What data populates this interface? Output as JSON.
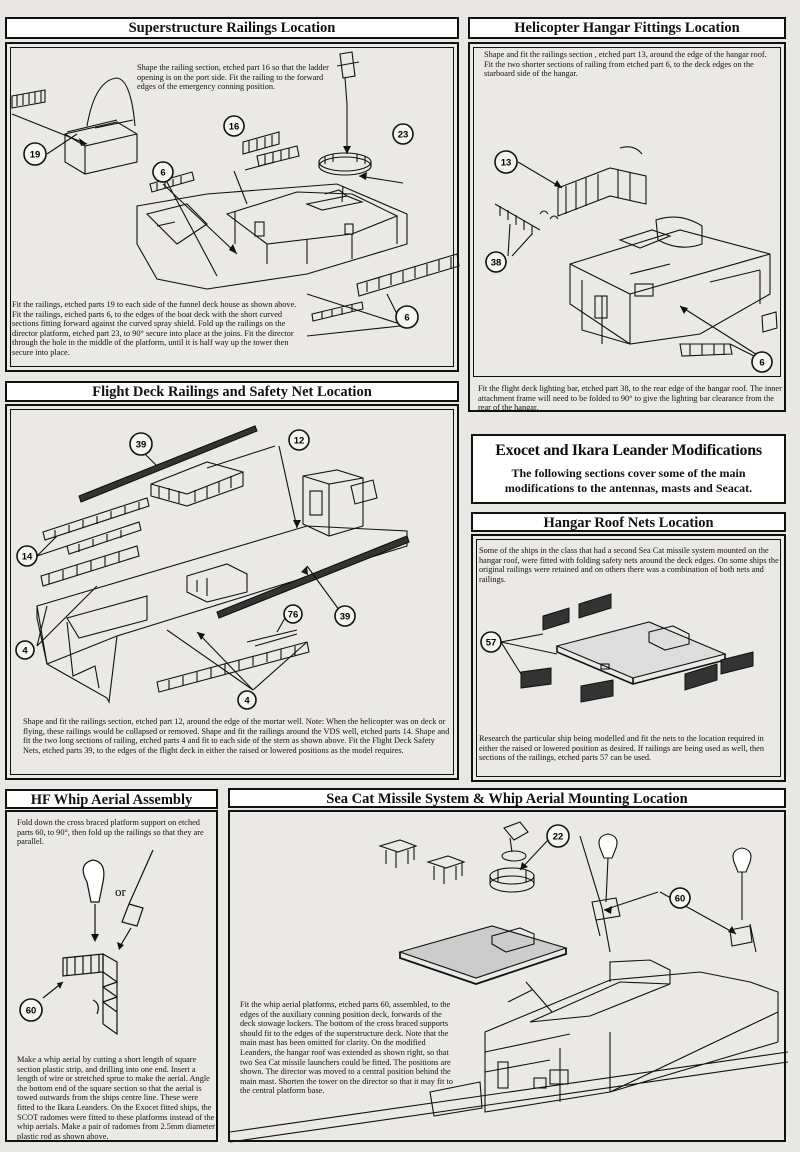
{
  "sections": {
    "superstructure": {
      "title": "Superstructure Railings Location",
      "note_top": "Shape the railing section, etched part 16 so that the ladder opening is on the port side. Fit the railing to the forward edges of the emergency conning position.",
      "note_bottom": "Fit the railings, etched parts 19 to each side of the funnel deck house as shown above. Fit the railings, etched parts 6, to the edges of the boat deck with the short curved sections fitting forward against the curved spray shield. Fold up the railings on the director platform, etched part 23, to 90° secure into place at the joins. Fit the director through the hole in the middle of the platform, until it is half way up the tower then secure into place.",
      "callouts": [
        "19",
        "6",
        "16",
        "23",
        "6"
      ]
    },
    "helicopter": {
      "title": "Helicopter Hangar Fittings Location",
      "note_top": "Shape and fit the railings section , etched part 13, around the edge of the hangar roof. Fit the two shorter sections of railing from etched part 6, to the deck edges on the starboard side of the hangar.",
      "note_bottom": "Fit the flight deck lighting bar, etched part 38, to the rear edge of the hangar roof. The inner attachment frame will need to be folded to 90° to give the lighting bar clearance from the rear of the hangar.",
      "callouts": [
        "13",
        "38",
        "6"
      ]
    },
    "flight_deck": {
      "title": "Flight Deck Railings and Safety Net Location",
      "note_bottom": "Shape and fit the railings section, etched part 12, around the edge of the mortar well. Note: When the helicopter was on deck or flying, these railings would be collapsed or removed. Shape and fit the railings around the VDS well, etched parts 14. Shape and fit the two long sections of railing, etched parts 4 and fit to each side of the stern as shown above. Fit the Flight Deck Safety Nets, etched parts 39, to the edges of the flight deck in either the raised or lowered positions as the model requires.",
      "callouts": [
        "39",
        "12",
        "14",
        "76",
        "39",
        "4",
        "4"
      ]
    },
    "exocet": {
      "title": "Exocet and Ikara Leander Modifications",
      "subtitle": "The following sections cover some of the main modifications to the antennas, masts and Seacat."
    },
    "hangar_nets": {
      "title": "Hangar Roof Nets Location",
      "note_top": "Some of the ships in the class that had a second Sea Cat missile system mounted on the hangar roof, were fitted with folding safety nets around the deck edges. On some ships the original railings were retained and on others there was a combination of both nets and railings.",
      "note_bottom": "Research the particular ship being modelled and fit the nets to the location required in either the raised or lowered position as desired. If railings are being used as well, then sections of the railings, etched parts 57 can be used.",
      "callouts": [
        "57"
      ]
    },
    "hf_whip": {
      "title": "HF Whip Aerial Assembly",
      "note_top": "Fold down the cross braced platform support on etched parts 60, to 90°, then fold up the railings so that they are parallel.",
      "or_label": "or",
      "note_bottom": "Make a whip aerial by cutting a short length of square section plastic strip, and drilling into one end. Insert a length of wire or stretched sprue to make the aerial. Angle the bottom end of the square section so that the aerial is towed outwards from the ships centre line. These were fitted to the Ikara Leanders. On the Exocet fitted ships, the SCOT radomes were fitted to these platforms instead of the whip aerials. Make a pair of radomes from 2.5mm diameter plastic rod as shown above.",
      "callouts": [
        "60"
      ]
    },
    "seacat": {
      "title": "Sea Cat Missile System & Whip Aerial Mounting Location",
      "note": "Fit the whip aerial platforms, etched parts 60, assembled, to the edges of the auxiliary conning position deck, forwards of the deck stowage lockers. The bottom of the cross braced supports should fit to the edges of the superstructure deck. Note that the main mast has been omitted for clarity. On the modified Leanders, the hangar roof was extended as shown right, so that two Sea Cat missile launchers could be fitted. The positions are shown. The director was moved to a central position behind the main mast. Shorten the tower on the director so that it may fit to the central platform base.",
      "callouts": [
        "22",
        "60"
      ]
    }
  }
}
